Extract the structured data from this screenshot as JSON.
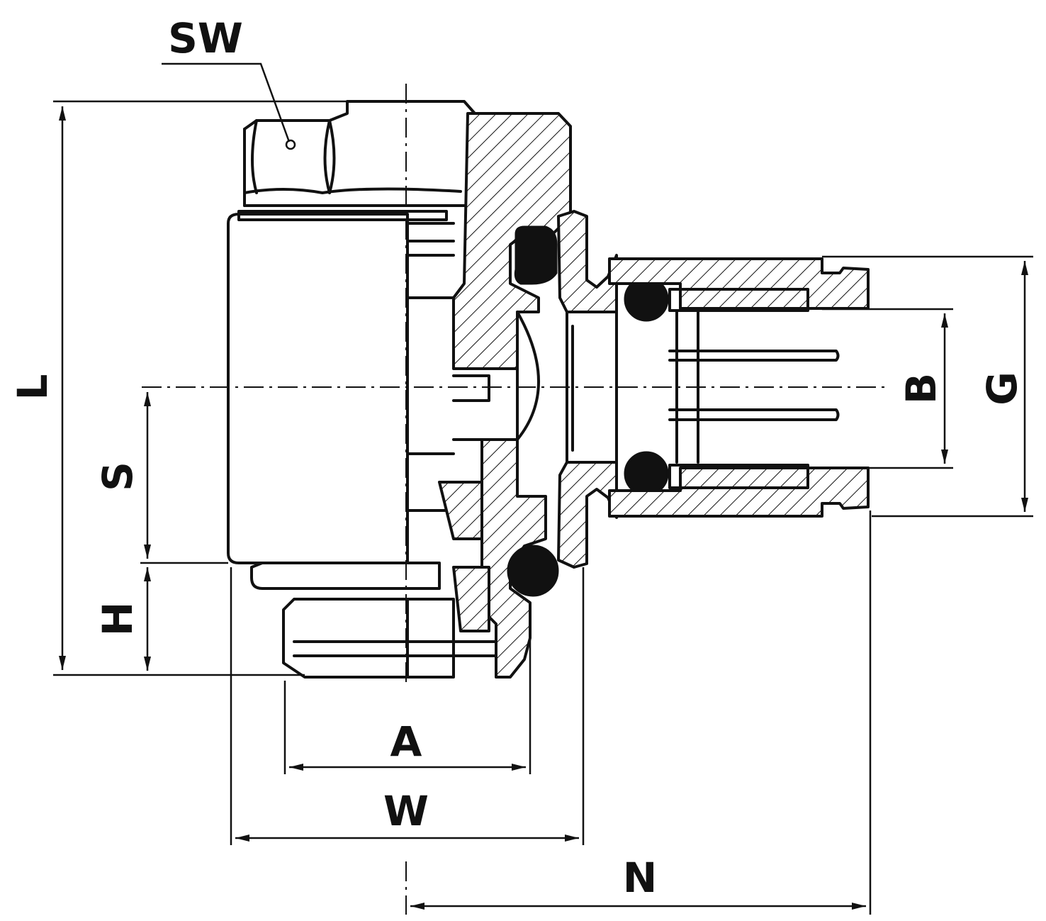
{
  "labels": {
    "sw": "SW",
    "l": "L",
    "s": "S",
    "h": "H",
    "a": "A",
    "w": "W",
    "n": "N",
    "b": "B",
    "g": "G"
  }
}
